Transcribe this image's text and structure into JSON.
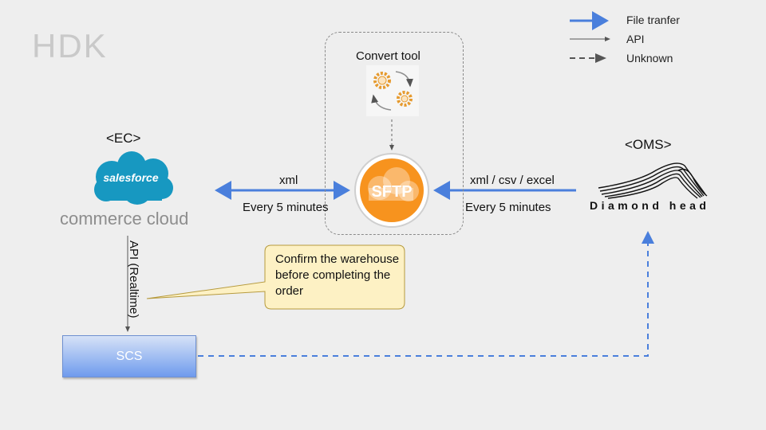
{
  "watermark": "HDK",
  "legend": [
    {
      "style": "solid-thick",
      "label": "File tranfer",
      "color": "#4a7fdc"
    },
    {
      "style": "solid-thin",
      "label": "API",
      "color": "#555555"
    },
    {
      "style": "dashed",
      "label": "Unknown",
      "color": "#555555"
    }
  ],
  "nodes": {
    "ec": {
      "tag": "<EC>",
      "logo_top": "salesforce",
      "logo_bottom": "commerce cloud",
      "logo_color": "#1798c1"
    },
    "oms": {
      "tag": "<OMS>",
      "logo_text": "Diamond head"
    },
    "sftp": {
      "label": "SFTP",
      "color": "#f7931e"
    },
    "convert_tool": {
      "label": "Convert tool"
    },
    "scs": {
      "label": "SCS"
    }
  },
  "edges": {
    "ec_sftp": {
      "format": "xml",
      "frequency": "Every 5 minutes"
    },
    "oms_sftp": {
      "format": "xml / csv / excel",
      "frequency": "Every 5 minutes"
    },
    "ec_scs": {
      "label": "API (Realtime)"
    }
  },
  "callout": {
    "text": "Confirm the warehouse before completing the order",
    "fill": "#fdf1c4",
    "border": "#b69a3d"
  }
}
